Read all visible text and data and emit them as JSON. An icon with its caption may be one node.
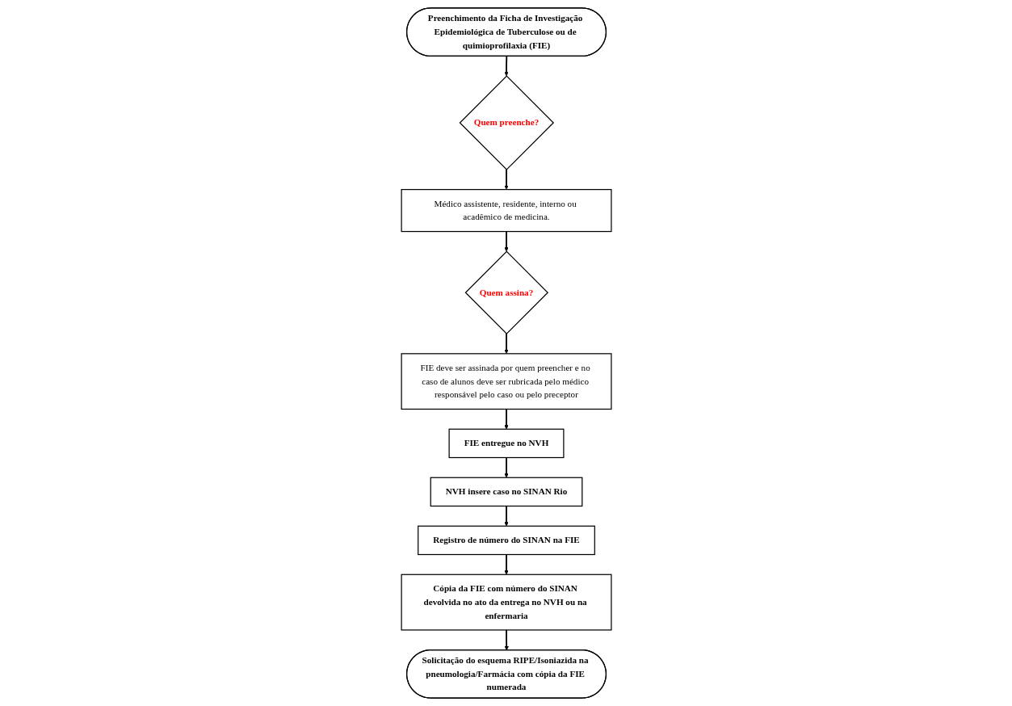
{
  "diagram": {
    "nodes": [
      {
        "text": [
          "Preenchimento da Ficha de Investigação Epidemiológica de Tuberculose ou de quimioprofilaxia (FIE)"
        ]
      },
      {
        "text": [
          "Quem preenche?"
        ]
      },
      {
        "text": [
          "Médico assistente, residente, interno ou acadêmico de medicina."
        ]
      },
      {
        "text": [
          "Quem assina?"
        ]
      },
      {
        "text": [
          "FIE deve ser assinada por quem preencher e no caso de alunos deve ser rubricada pelo médico responsável pelo caso ou pelo preceptor"
        ]
      },
      {
        "text": [
          "FIE entregue no NVH"
        ]
      },
      {
        "text": [
          "NVH insere caso no SINAN Rio"
        ]
      },
      {
        "text": [
          "Registro de número do SINAN na FIE"
        ]
      },
      {
        "text": [
          "Cópia da FIE com número do SINAN devolvida no ato da entrega no NVH ou na enfermaria"
        ]
      },
      {
        "text": [
          "Solicitação do esquema RIPE/Isoniazida na pneumologia/Farmácia com cópia da FIE numerada"
        ]
      }
    ],
    "edges": [
      {
        "from": 0,
        "to": 1,
        "arrow": "to"
      },
      {
        "from": 1,
        "to": 2,
        "arrow": "to"
      },
      {
        "from": 2,
        "to": 3,
        "arrow": "to"
      },
      {
        "from": 3,
        "to": 4,
        "arrow": "to"
      },
      {
        "from": 4,
        "to": 5,
        "arrow": "to"
      },
      {
        "from": 5,
        "to": 6,
        "arrow": "to"
      },
      {
        "from": 6,
        "to": 7,
        "arrow": "to"
      },
      {
        "from": 7,
        "to": 8,
        "arrow": "to"
      },
      {
        "from": 8,
        "to": 9,
        "arrow": "to"
      }
    ]
  }
}
